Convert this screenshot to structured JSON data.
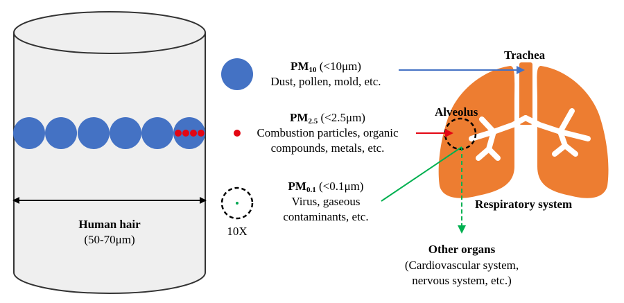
{
  "hair": {
    "label": "Human hair",
    "size": "(50-70μm)"
  },
  "pm10": {
    "name": "PM",
    "sub": "10",
    "range": " (<10μm)",
    "desc": "Dust, pollen, mold, etc."
  },
  "pm25": {
    "name": "PM",
    "sub": "2.5",
    "range": " (<2.5μm)",
    "desc_line1": "Combustion particles, organic",
    "desc_line2": "compounds, metals, etc."
  },
  "pm01": {
    "name": "PM",
    "sub": "0.1",
    "range": " (<0.1μm)",
    "desc_line1": "Virus, gaseous",
    "desc_line2": "contaminants, etc.",
    "zoom_label": "10X"
  },
  "lungs": {
    "trachea_label": "Trachea",
    "alveolus_label": "Alveolus",
    "system_label": "Respiratory system"
  },
  "other": {
    "title": "Other organs",
    "line1": "(Cardiovascular system,",
    "line2": "nervous system, etc.)"
  },
  "colors": {
    "pm10": "#4472c4",
    "pm25": "#e30613",
    "pm01": "#00a651",
    "lung": "#ed7d31",
    "cylinder": "#efefef",
    "arrow_blue": "#4472c4",
    "arrow_red": "#e30613",
    "arrow_green": "#00b050"
  }
}
